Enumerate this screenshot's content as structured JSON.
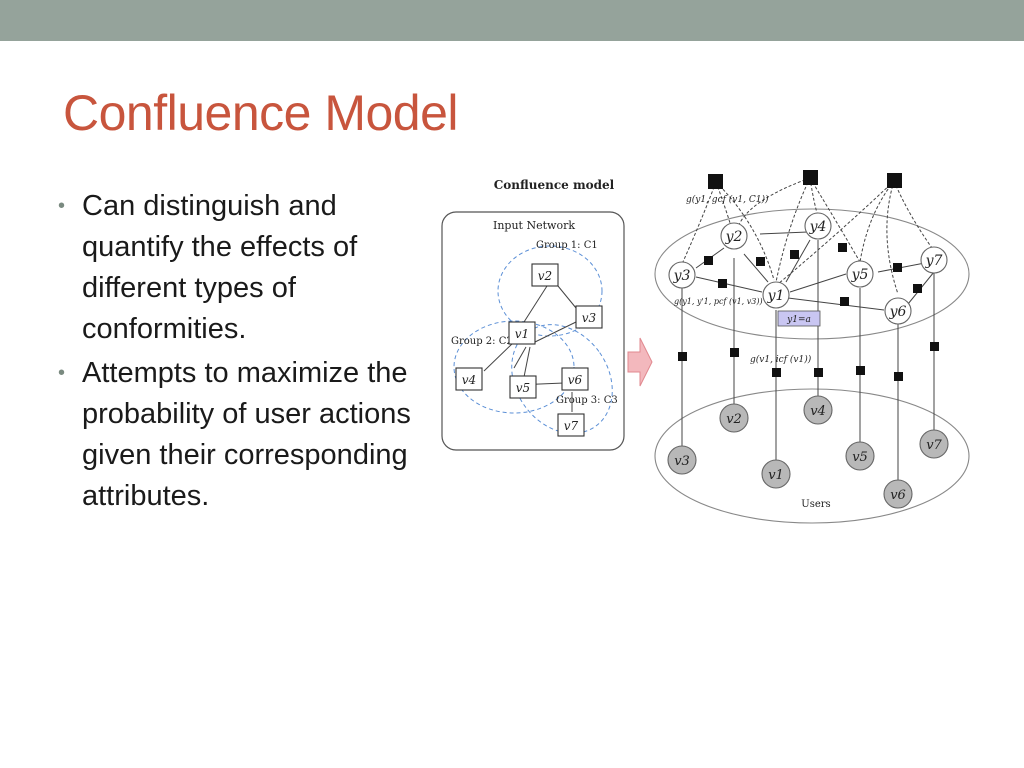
{
  "slide": {
    "title": "Confluence Model",
    "bullets": [
      {
        "text": "Can distinguish and quantify the effects of different types of conformities."
      },
      {
        "text": "Attempts to maximize the probability of user actions given their corresponding attributes."
      }
    ],
    "bullet_glyph": "•"
  },
  "diagram": {
    "left_panel": {
      "caption": "Confluence model",
      "box_title": "Input Network",
      "groups": [
        {
          "label": "Group 1: C1"
        },
        {
          "label": "Group 2: C2"
        },
        {
          "label": "Group 3: C3"
        }
      ],
      "nodes": [
        "v1",
        "v2",
        "v3",
        "v4",
        "v5",
        "v6",
        "v7"
      ]
    },
    "right_panel": {
      "latent_nodes": [
        "y1",
        "y2",
        "y3",
        "y4",
        "y5",
        "y6",
        "y7"
      ],
      "user_nodes": [
        "v1",
        "v2",
        "v3",
        "v4",
        "v5",
        "v6",
        "v7"
      ],
      "function_labels": {
        "gcf": "g(y1, gcf (v1, C1))",
        "pcf": "g(y1, y'1, pcf (v1, v3))",
        "icf": "g(v1, icf (v1))",
        "observed": "y1=a"
      },
      "users_label": "Users"
    },
    "colors": {
      "title": "#c8553d",
      "topbar": "#95a39b",
      "arrow": "#f3b8bd",
      "user_node": "#b8b8b8",
      "observed_box": "#c9c6f2"
    }
  }
}
